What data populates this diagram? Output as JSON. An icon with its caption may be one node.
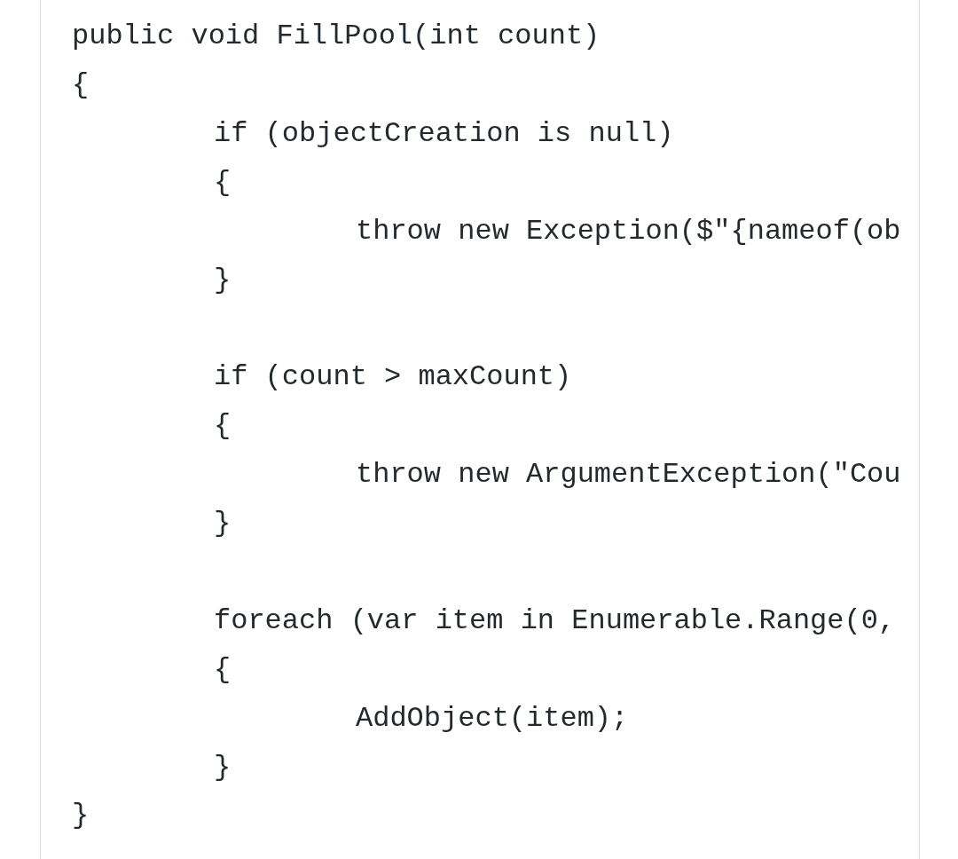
{
  "diagram": {
    "labels": [
      "public void FillPool(int count)",
      "{",
      "if (objectCreation is null)",
      "{",
      "throw new Exception($\"{nameof(ob",
      "}",
      "if (count > maxCount)",
      "{",
      "throw new ArgumentException(\"Cou",
      "}",
      "foreach (var item in Enumerable.Range(0,",
      "{",
      "AddObject(item);",
      "}",
      "}"
    ]
  }
}
